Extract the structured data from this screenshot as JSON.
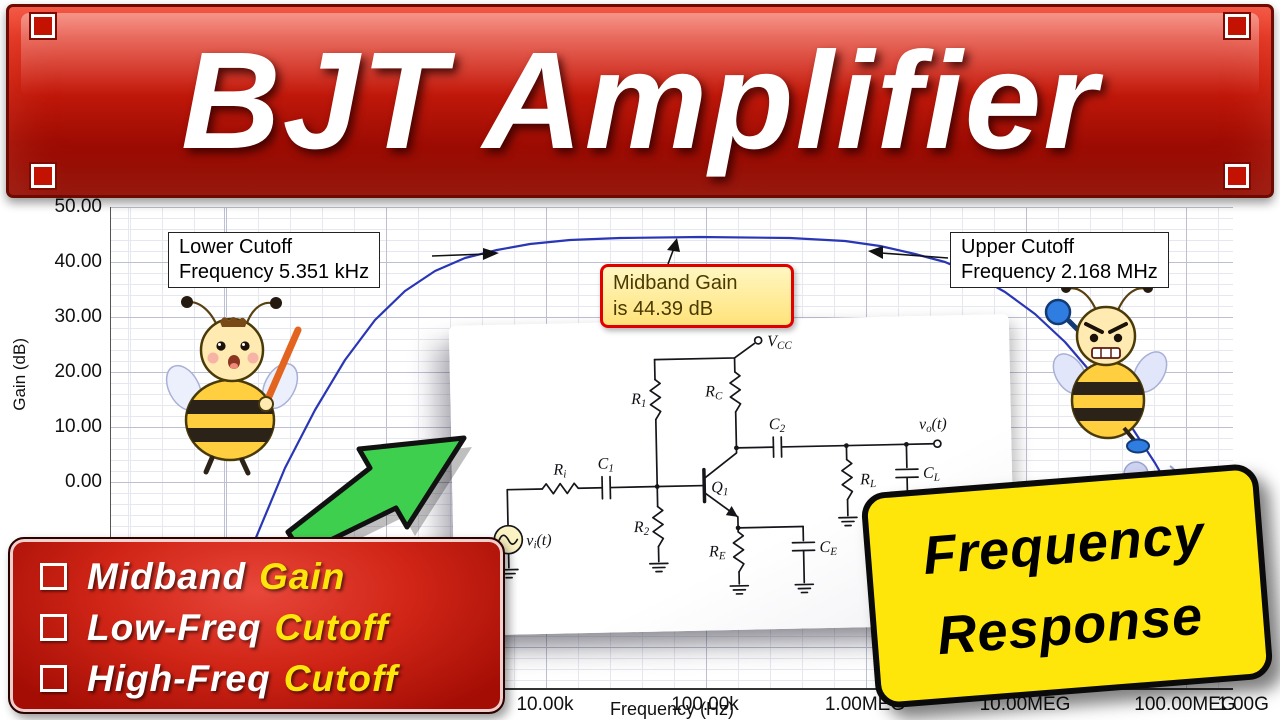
{
  "banner": {
    "title": "BJT Amplifier"
  },
  "chart": {
    "ylabel": "Gain (dB)",
    "xlabel": "Frequency (Hz)",
    "yticks": [
      "50.00",
      "40.00",
      "30.00",
      "20.00",
      "10.00",
      "0.00"
    ],
    "xticks": [
      "10.00k",
      "100.00k",
      "1.00MEG",
      "10.00MEG",
      "100.00MEG",
      "1.00G"
    ],
    "curve_color": "#2936b5"
  },
  "annotations": {
    "lower": {
      "line1": "Lower Cutoff",
      "line2": "Frequency 5.351 kHz"
    },
    "upper": {
      "line1": "Upper Cutoff",
      "line2": "Frequency 2.168 MHz"
    },
    "midband": {
      "line1": "Midband Gain",
      "line2": "is 44.39 dB"
    }
  },
  "circuit": {
    "vcc": {
      "m": "V",
      "s": "CC"
    },
    "r1": {
      "m": "R",
      "s": "1"
    },
    "rc": {
      "m": "R",
      "s": "C"
    },
    "c2": {
      "m": "C",
      "s": "2"
    },
    "ri": {
      "m": "R",
      "s": "i"
    },
    "c1": {
      "m": "C",
      "s": "1"
    },
    "q1": {
      "m": "Q",
      "s": "1"
    },
    "rl": {
      "m": "R",
      "s": "L"
    },
    "cl": {
      "m": "C",
      "s": "L"
    },
    "r2": {
      "m": "R",
      "s": "2"
    },
    "re": {
      "m": "R",
      "s": "E"
    },
    "ce": {
      "m": "C",
      "s": "E"
    },
    "vo": {
      "m": "v",
      "s": "o",
      "t": "(t)"
    },
    "vi": {
      "m": "v",
      "s": "i",
      "t": "(t)"
    }
  },
  "checklist": {
    "items": [
      {
        "prefix": "Midband",
        "highlight": "Gain"
      },
      {
        "prefix": "Low-Freq",
        "highlight": "Cutoff"
      },
      {
        "prefix": "High-Freq",
        "highlight": "Cutoff"
      }
    ]
  },
  "badge": {
    "line1": "Frequency",
    "line2": "Response"
  },
  "colors": {
    "banner_red": "#c61a0b",
    "curve_blue": "#2936b5",
    "badge_yellow": "#ffe60a",
    "checklist_highlight": "#ffe60a",
    "arrow_green": "#3fcf4f",
    "midband_box_border": "#e10000"
  },
  "chart_data": {
    "type": "line",
    "title": "BJT Amplifier Frequency Response",
    "xlabel": "Frequency (Hz)",
    "ylabel": "Gain (dB)",
    "x_scale": "log",
    "ylim": [
      0,
      50
    ],
    "y_tick_labels": [
      "50.00",
      "40.00",
      "30.00",
      "20.00",
      "10.00",
      "0.00"
    ],
    "x_tick_labels": [
      "10.00k",
      "100.00k",
      "1.00MEG",
      "10.00MEG",
      "100.00MEG",
      "1.00G"
    ],
    "grid": true,
    "legend": "none",
    "midband_gain_db": 44.39,
    "lower_cutoff_hz": 5351,
    "upper_cutoff_hz": 2168000,
    "series": [
      {
        "name": "Gain (dB)",
        "x": [
          100,
          200,
          500,
          1000,
          2000,
          5351,
          10000,
          30000,
          100000,
          300000,
          1000000,
          2168000,
          5000000,
          10000000,
          50000000,
          100000000,
          500000000,
          1000000000
        ],
        "y": [
          -5,
          5,
          20,
          29,
          36.5,
          41.39,
          43.2,
          44.2,
          44.39,
          44.39,
          43.3,
          41.39,
          36.5,
          31,
          17,
          10,
          -5,
          -12
        ]
      }
    ],
    "annotations": [
      "Lower Cutoff Frequency 5.351 kHz",
      "Upper Cutoff Frequency 2.168 MHz",
      "Midband Gain is 44.39 dB"
    ]
  }
}
